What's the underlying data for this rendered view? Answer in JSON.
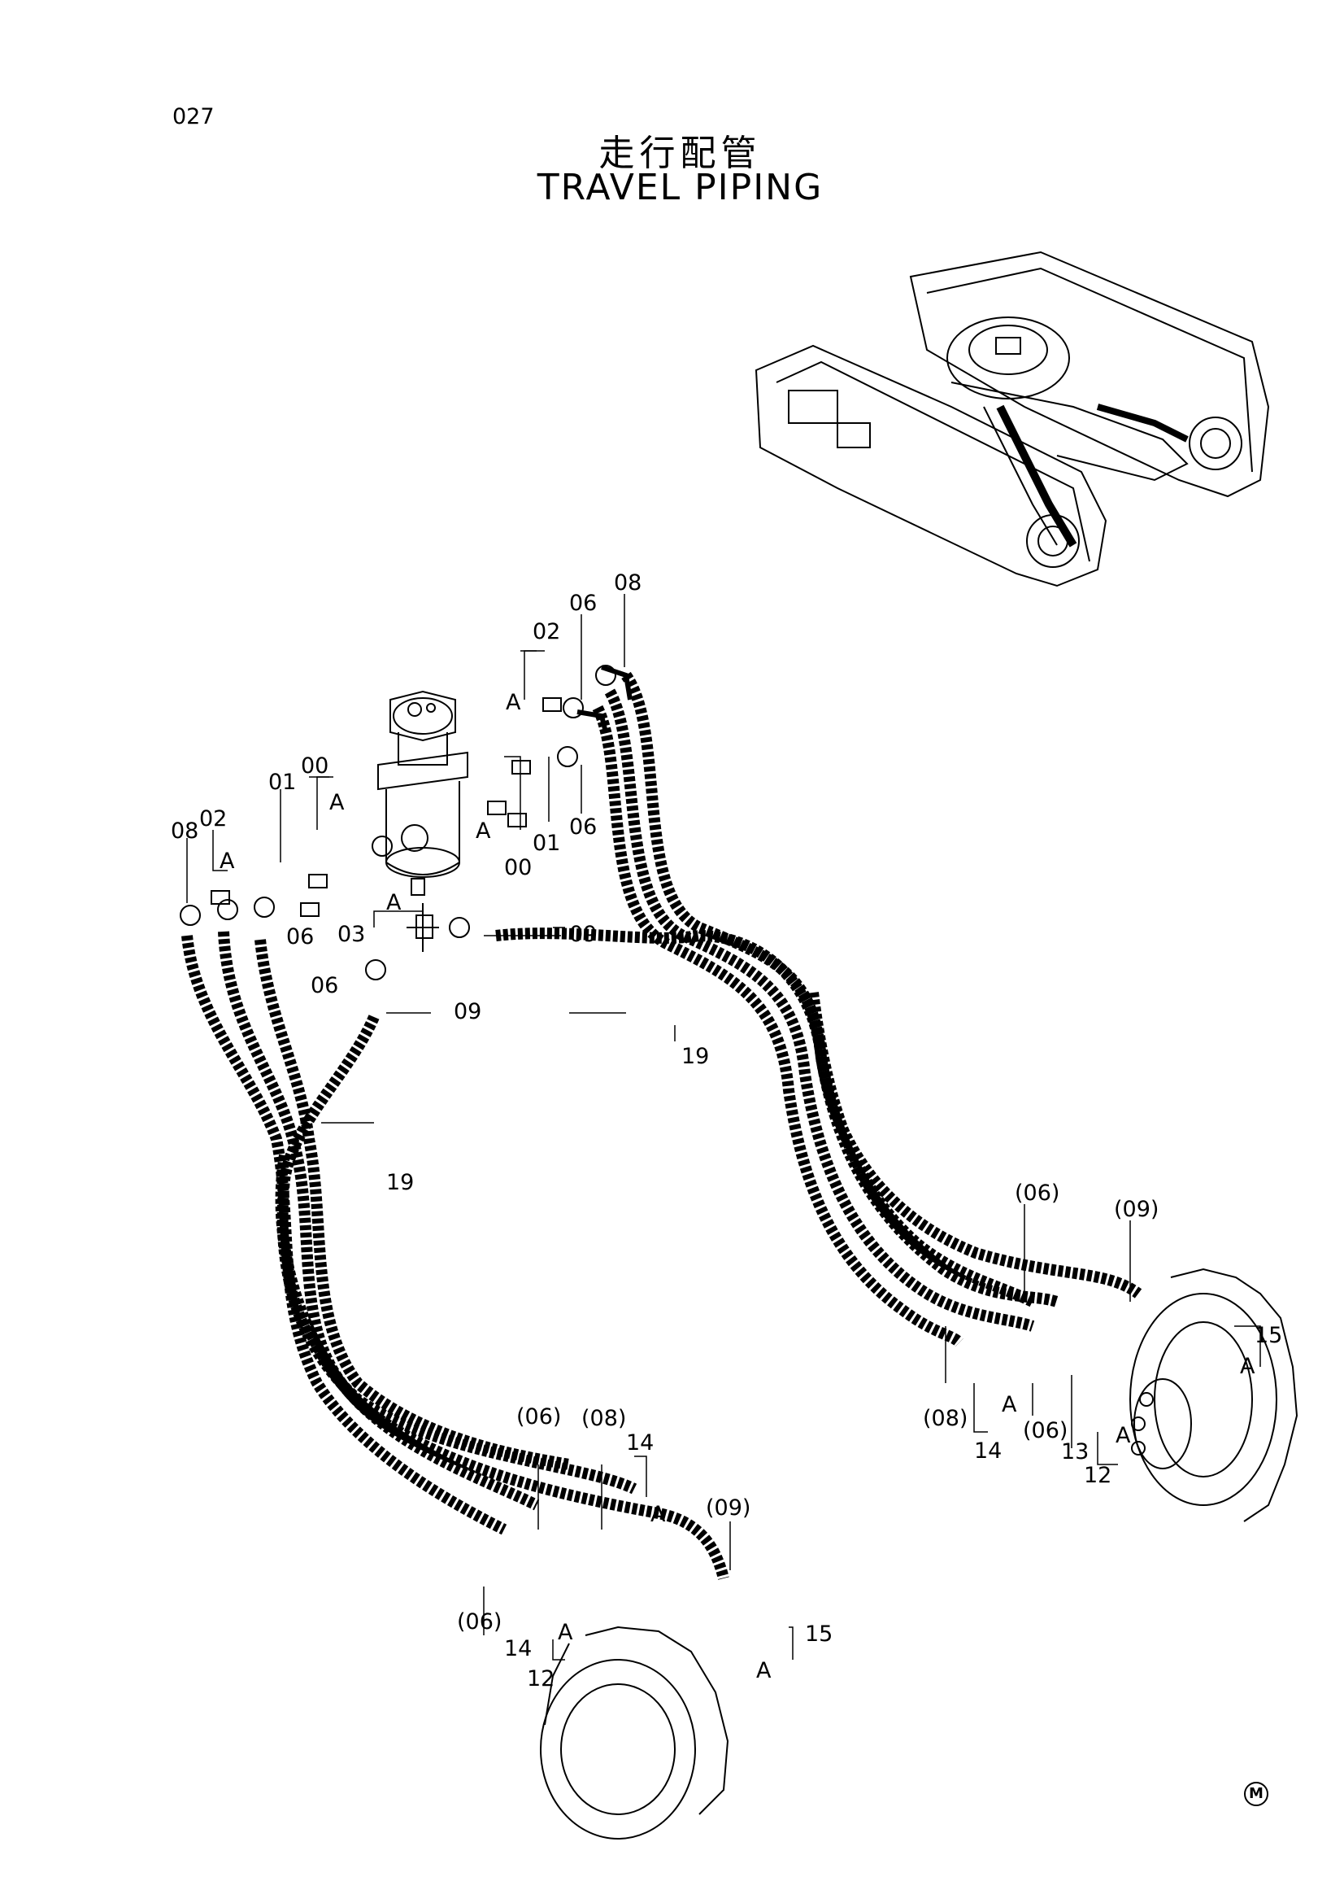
{
  "page_number": "027",
  "title_jp": "走行配管",
  "title_en": "TRAVEL PIPING",
  "corner_mark": "M",
  "callouts": {
    "top_08": "08",
    "top_06": "06",
    "top_02": "02",
    "top_A1": "A",
    "top_06b": "06",
    "top_01": "01",
    "top_00": "00",
    "top_A2": "A",
    "l_01": "01",
    "l_00": "00",
    "l_A1": "A",
    "l_08": "08",
    "l_02": "02",
    "l_A2": "A",
    "mid_06a": "06",
    "mid_06b": "06",
    "mid_03": "03",
    "mid_A": "A",
    "mid_09a": "09",
    "mid_09b": "09",
    "mid_19a": "19",
    "mid_19b": "19",
    "r_06": "(06)",
    "r_09": "(09)",
    "r_15": "15",
    "r_A1": "A",
    "r_08": "(08)",
    "r_A2": "A",
    "r_14": "14",
    "r_06b": "(06)",
    "r_13": "13",
    "r_A3": "A",
    "r_12": "12",
    "b_06a": "(06)",
    "b_08": "(08)",
    "b_14a": "14",
    "b_A1": "A",
    "b_09": "(09)",
    "b_15": "15",
    "b_A2": "A",
    "b_06b": "(06)",
    "b_14b": "14",
    "b_A3": "A",
    "b_12": "12"
  }
}
